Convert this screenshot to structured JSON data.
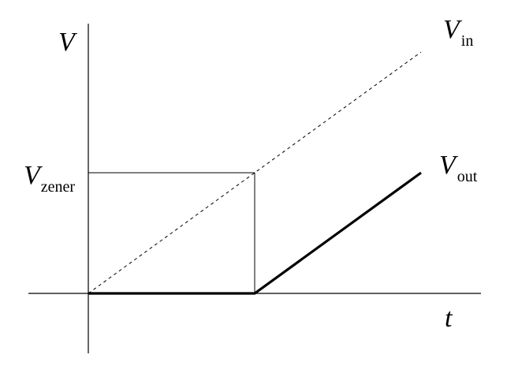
{
  "chart_data": {
    "type": "line",
    "title": "",
    "xlabel": "t",
    "ylabel": "V",
    "xlim": [
      0,
      1
    ],
    "ylim": [
      0,
      1
    ],
    "breakpoint_t": 0.5,
    "vzener_level": 0.5,
    "y_tick_label": {
      "main": "V",
      "sub": "zener"
    },
    "series": [
      {
        "label_main": "V",
        "label_sub": "in",
        "x": [
          0,
          1
        ],
        "y": [
          0,
          1
        ],
        "style": "dashed",
        "color": "#000000"
      },
      {
        "label_main": "V",
        "label_sub": "out",
        "x": [
          0,
          0.5,
          1
        ],
        "y": [
          0,
          0,
          0.5
        ],
        "style": "solid-thick",
        "color": "#000000"
      }
    ],
    "grid": false,
    "legend": "none"
  }
}
